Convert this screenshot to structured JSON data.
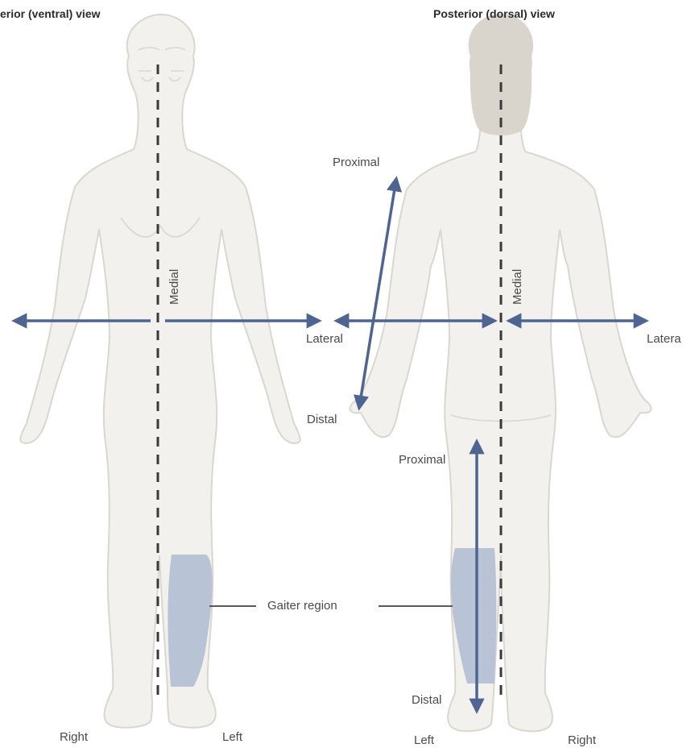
{
  "views": {
    "anterior_title": "erior (ventral) view",
    "posterior_title": "Posterior (dorsal) view"
  },
  "labels": {
    "medial_left": "Medial",
    "medial_right": "Medial",
    "lateral_left": "Lateral",
    "lateral_right": "Latera",
    "proximal_arm": "Proximal",
    "distal_arm": "Distal",
    "proximal_leg": "Proximal",
    "distal_leg": "Distal",
    "gaiter": "Gaiter region",
    "right_front": "Right",
    "left_front": "Left",
    "left_back": "Left",
    "right_back": "Right"
  },
  "colors": {
    "body_fill": "#f2f1ee",
    "body_stroke": "#dad6d0",
    "hair_fill": "#d9d4cc",
    "gaiter_fill": "#b8c4d6",
    "arrow": "#4d6590",
    "midline": "#3a3a3a",
    "text": "#4a4a4a"
  }
}
